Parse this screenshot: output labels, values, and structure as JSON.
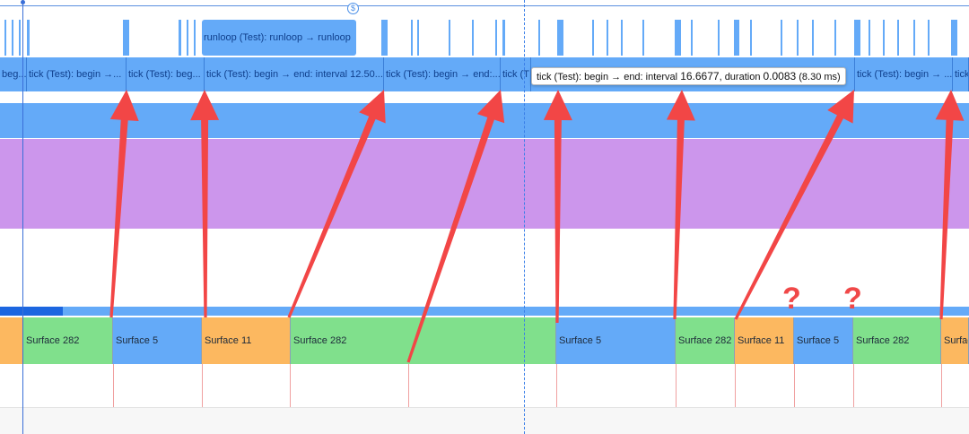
{
  "timeline": {
    "runloop_label": "runloop (Test): runloop → runloop",
    "ticks": [
      {
        "label": "beg..."
      },
      {
        "label": "tick (Test): begin →..."
      },
      {
        "label": "tick (Test): beg..."
      },
      {
        "label": "tick (Test): begin → end: interval 12.50..."
      },
      {
        "label": "tick (Test): begin → end:..."
      },
      {
        "label": "tick (T"
      },
      {
        "label": ""
      },
      {
        "label": "tick (Test): begin → ..."
      },
      {
        "label": "tick"
      }
    ],
    "tooltip": {
      "prefix": "tick (Test): begin → end: interval ",
      "interval": "16.6677",
      "middle": ", duration ",
      "duration": "0.0083",
      "suffix": " (8.30 ms)"
    },
    "surfaces": [
      "",
      "Surface 282",
      "Surface 5",
      "Surface 11",
      "Surface 282",
      "Surface 5",
      "Surface 282",
      "Surface 11",
      "Surface 5",
      "Surface 282",
      "Surfac"
    ],
    "annotations": {
      "question_mark": "?"
    },
    "marker_icon": "dollar-circle-icon"
  },
  "colors": {
    "blue": "#64aaf8",
    "purple": "#cc96ec",
    "green": "#80e08c",
    "orange": "#fcb860",
    "arrow": "#f24646"
  }
}
